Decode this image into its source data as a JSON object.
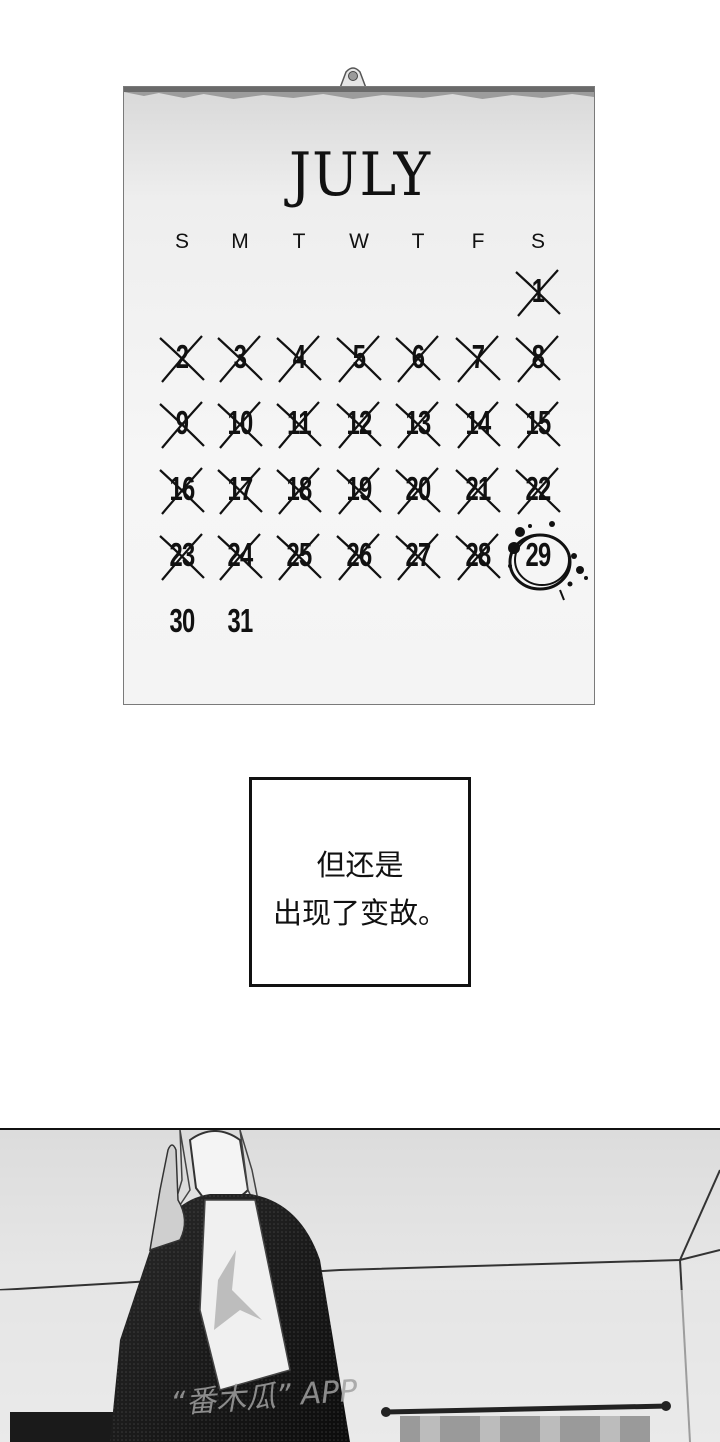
{
  "calendar": {
    "month": "JULY",
    "weekdays": [
      "S",
      "M",
      "T",
      "W",
      "T",
      "F",
      "S"
    ],
    "days": [
      "1",
      "2",
      "3",
      "4",
      "5",
      "6",
      "7",
      "8",
      "9",
      "10",
      "11",
      "12",
      "13",
      "14",
      "15",
      "16",
      "17",
      "18",
      "19",
      "20",
      "21",
      "22",
      "23",
      "24",
      "25",
      "26",
      "27",
      "28",
      "29",
      "30",
      "31"
    ],
    "crossed_through": 28,
    "circled_day": "29"
  },
  "caption": {
    "line1": "但还是",
    "line2": "出现了变故。"
  },
  "watermark": {
    "text": "“番木瓜” APP"
  }
}
